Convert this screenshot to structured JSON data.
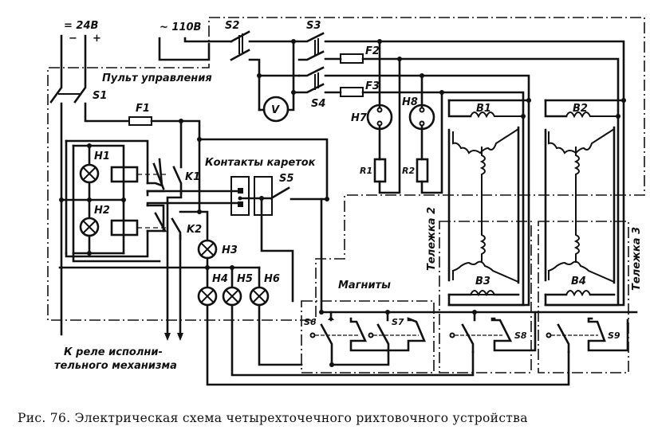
{
  "figure": {
    "caption": "Рис. 76. Электрическая схема четырехточечного рихтовочного устройства"
  },
  "power": {
    "dc_supply": "= 24В",
    "dc_minus": "−",
    "dc_plus": "+",
    "ac_supply": "~ 110В"
  },
  "regions": {
    "control_panel": "Пульт управления",
    "carriage_contacts": "Контакты кареток",
    "magnets": "Магниты",
    "trolley_2": "Тележка 2",
    "trolley_3": "Тележка 3",
    "relay_note_line1": "К реле исполни-",
    "relay_note_line2": "тельного механизма"
  },
  "components": {
    "switches": [
      "S1",
      "S2",
      "S3",
      "S4",
      "S5",
      "S6",
      "S7",
      "S8",
      "S9"
    ],
    "fuses": [
      "F1",
      "F2",
      "F3"
    ],
    "lamps": [
      "H1",
      "H2",
      "H3",
      "H4",
      "H5",
      "H6",
      "H7",
      "H8"
    ],
    "relays": [
      "K1",
      "K2"
    ],
    "resistors": [
      "R1",
      "R2"
    ],
    "motors": [
      "B1",
      "B2",
      "B3",
      "B4"
    ],
    "voltmeter": "V"
  }
}
